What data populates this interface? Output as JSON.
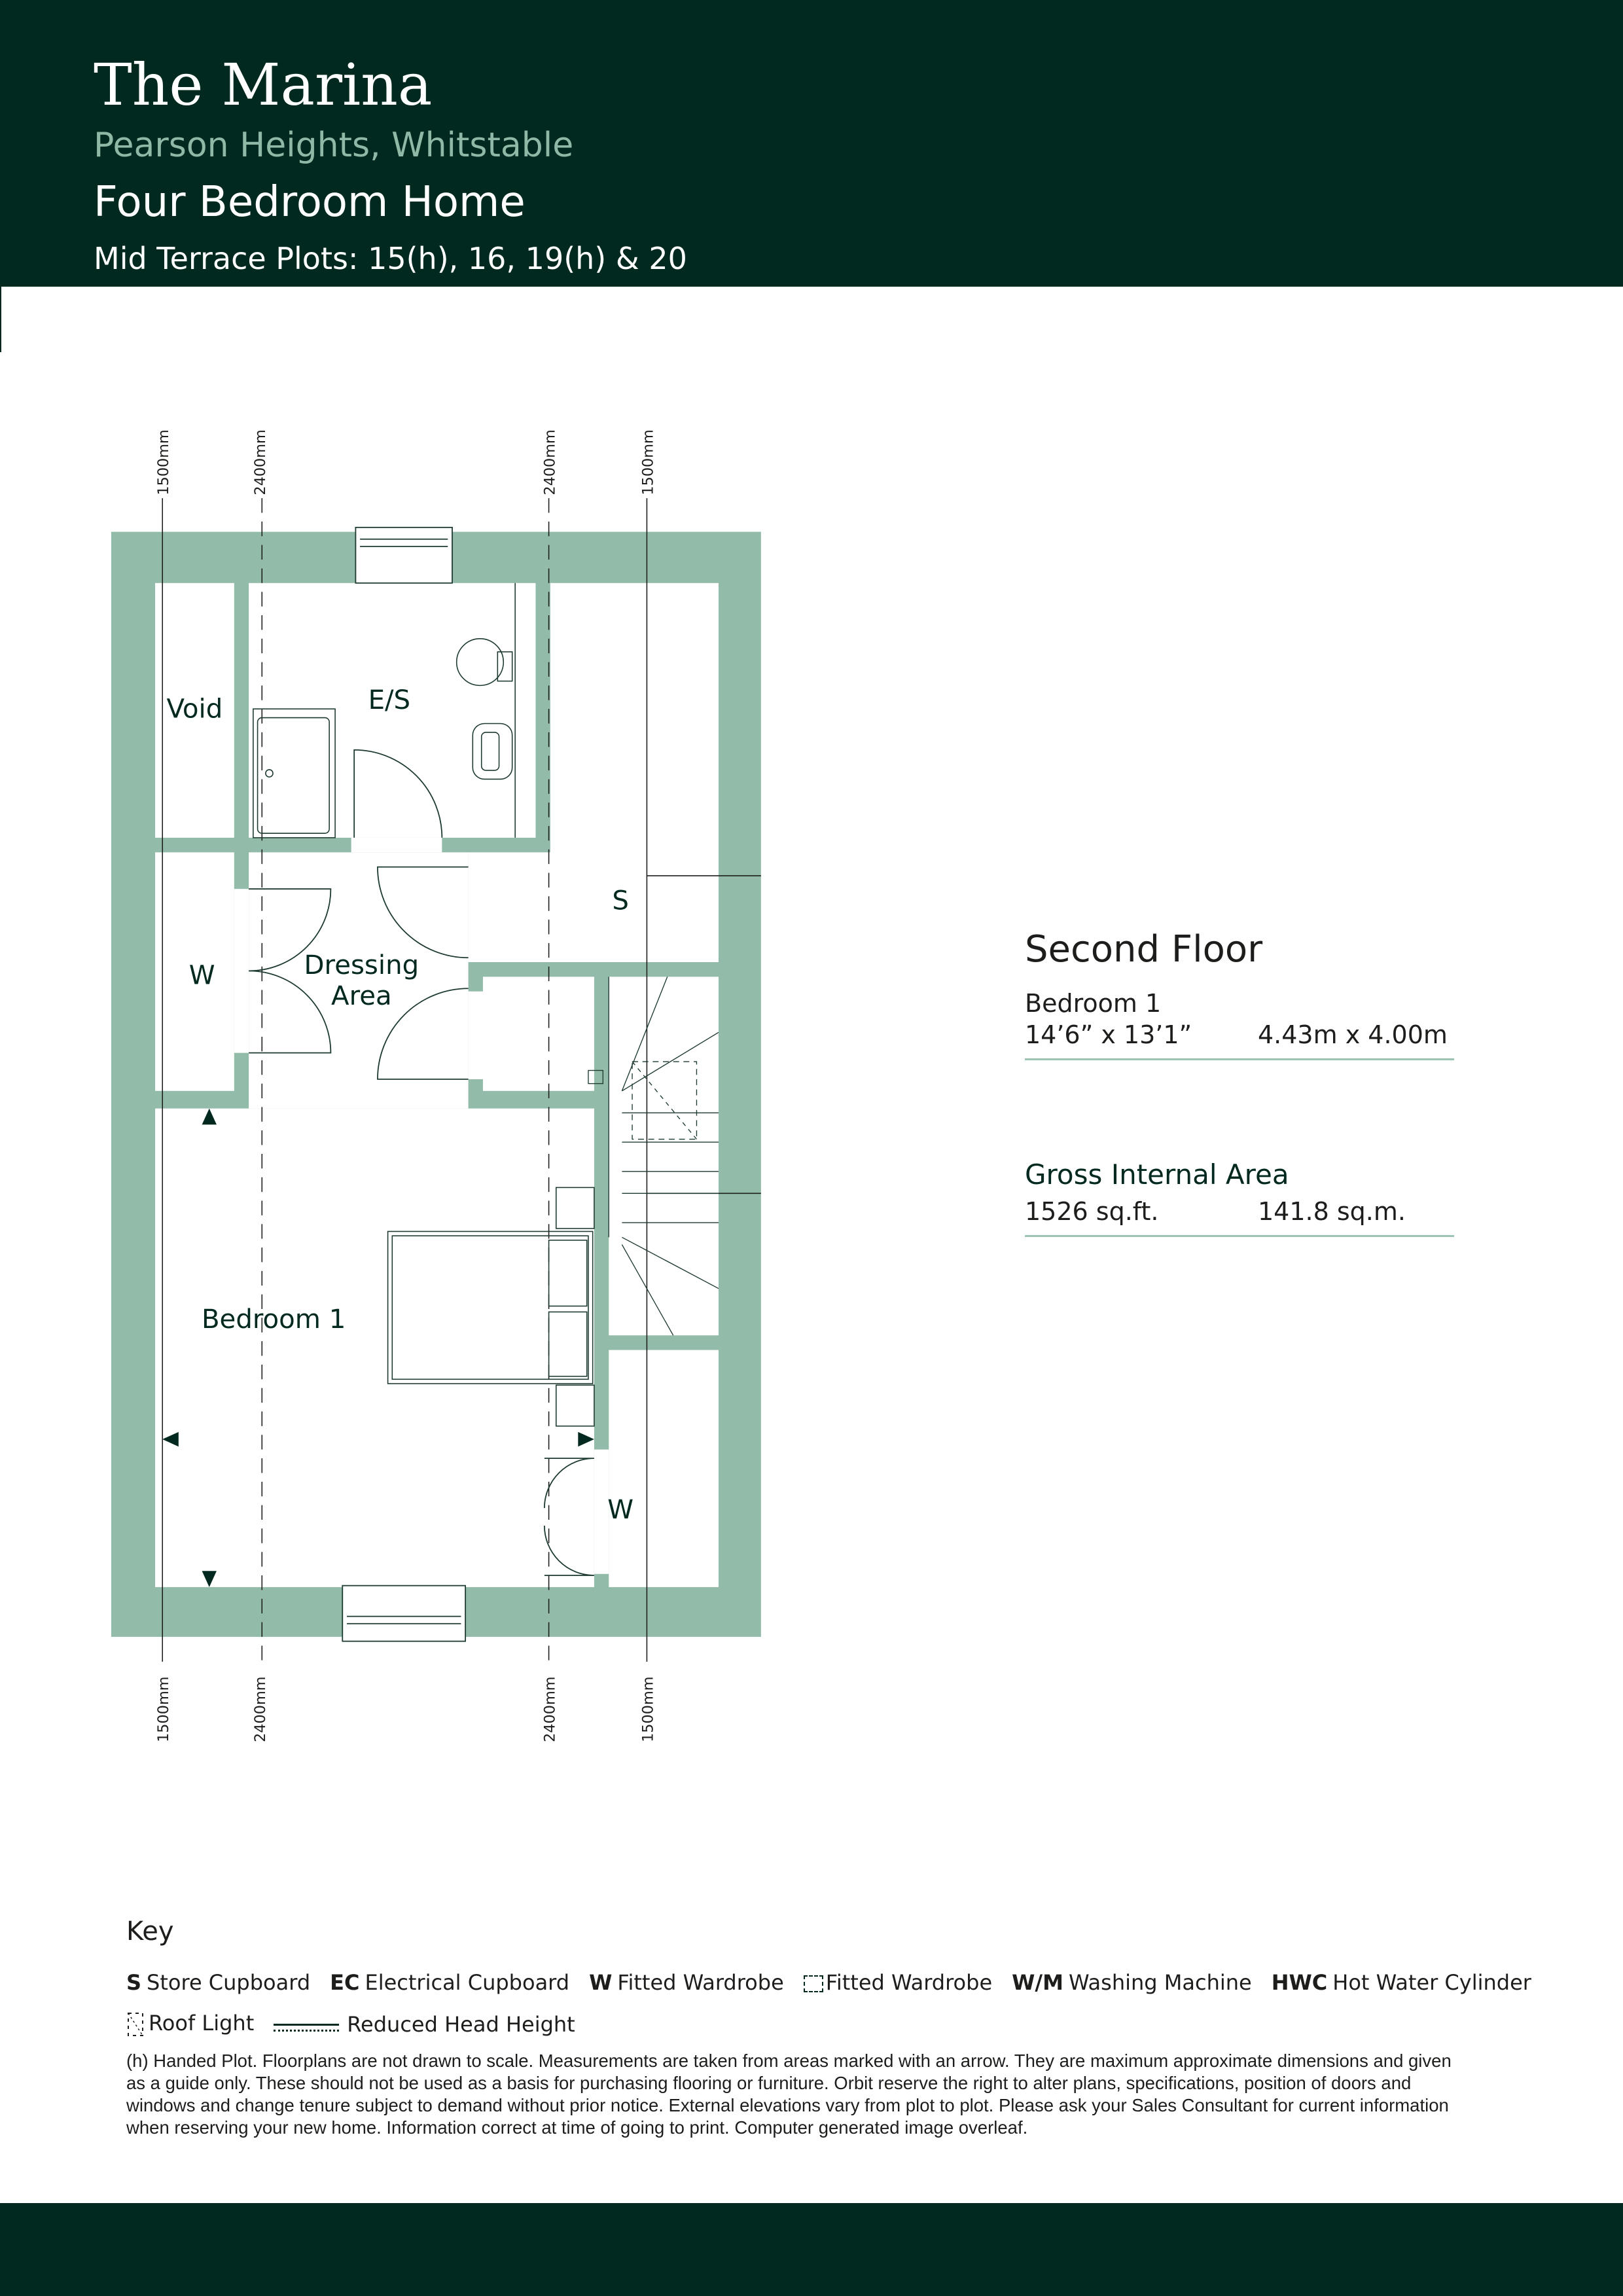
{
  "header": {
    "title": "The Marina",
    "subtitle": "Pearson Heights, Whitstable",
    "home_type": "Four Bedroom Home",
    "plots": "Mid Terrace Plots: 15(h), 16, 19(h) & 20"
  },
  "plan": {
    "rooms": {
      "void": "Void",
      "ensuite": "E/S",
      "store": "S",
      "wardrobe_left": "W",
      "dressing_1": "Dressing",
      "dressing_2": "Area",
      "bedroom": "Bedroom 1",
      "wardrobe_right": "W"
    },
    "dimensions": {
      "outer": "1500mm",
      "inner": "2400mm"
    }
  },
  "panel": {
    "floor": "Second Floor",
    "rooms": [
      {
        "name": "Bedroom 1",
        "imperial": "14’6” x 13’1”",
        "metric": "4.43m x 4.00m"
      }
    ],
    "gia": {
      "label": "Gross Internal Area",
      "imperial": "1526 sq.ft.",
      "metric": "141.8 sq.m."
    }
  },
  "key": {
    "heading": "Key",
    "items": [
      {
        "abbr": "S",
        "label": "Store Cupboard"
      },
      {
        "abbr": "EC",
        "label": "Electrical Cupboard"
      },
      {
        "abbr": "W",
        "label": "Fitted Wardrobe"
      },
      {
        "abbr": "",
        "label": "Fitted Wardrobe",
        "icon": "dashed-box-icon"
      },
      {
        "abbr": "W/M",
        "label": "Washing Machine"
      },
      {
        "abbr": "HWC",
        "label": "Hot Water Cylinder"
      }
    ],
    "roof_light": "Roof Light",
    "reduced_head_height": "Reduced Head Height"
  },
  "disclaimer": "(h) Handed Plot. Floorplans are not drawn to scale. Measurements are taken from areas marked with an arrow. They are maximum approximate dimensions and given as a guide only. These should not be used as a basis for purchasing flooring or furniture. Orbit reserve the right to alter plans, specifications, position of doors and windows and change tenure subject to demand without prior notice. External elevations vary from plot to plot. Please ask your Sales Consultant for current information when reserving your new home. Information correct at time of going to print. Computer generated image overleaf.",
  "colors": {
    "brand_dark": "#02291f",
    "wall_green": "#93bba9",
    "accent_text": "#8fb9a6"
  }
}
